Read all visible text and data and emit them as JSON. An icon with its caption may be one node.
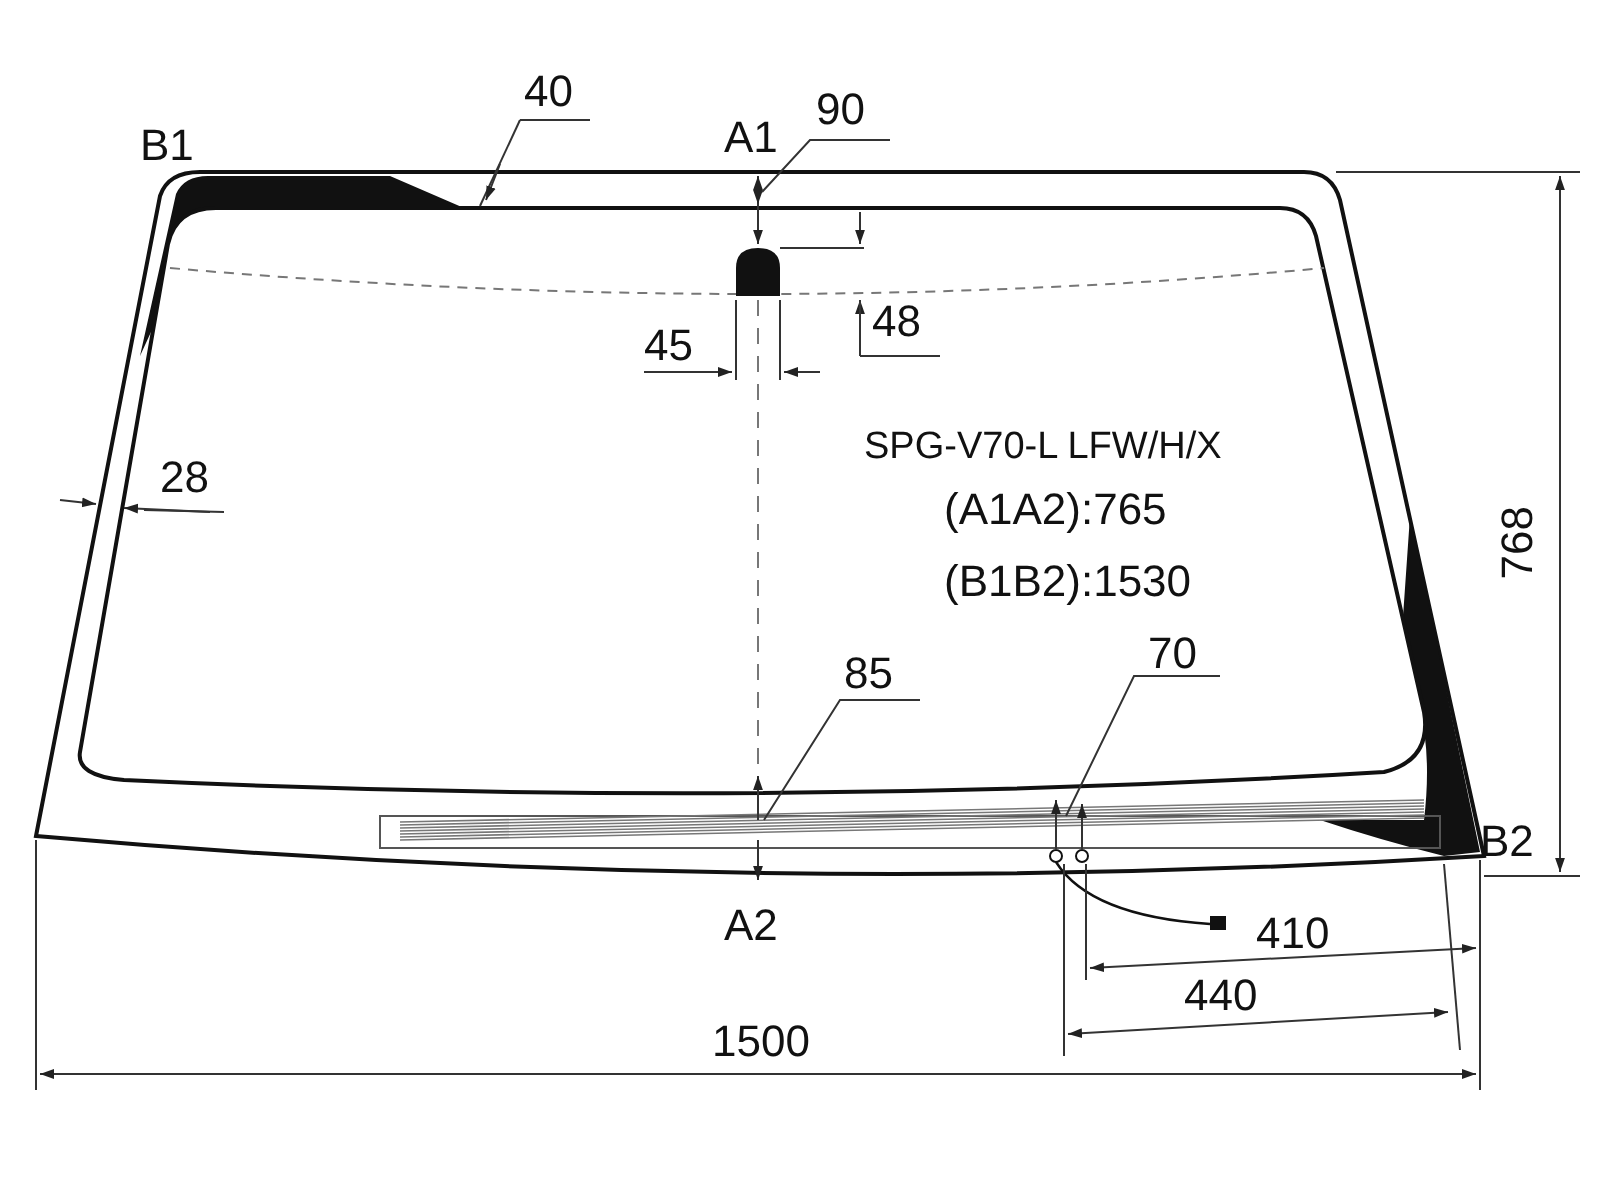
{
  "diagram": {
    "labels": [
      "40",
      "A1",
      "90",
      "B1",
      "45",
      "48",
      "28",
      "SPG-V70-L LFW/H/X",
      "(A1A2):765",
      "(B1B2):1530",
      "768",
      "85",
      "70",
      "B2",
      "A2",
      "410",
      "440",
      "1500"
    ]
  }
}
